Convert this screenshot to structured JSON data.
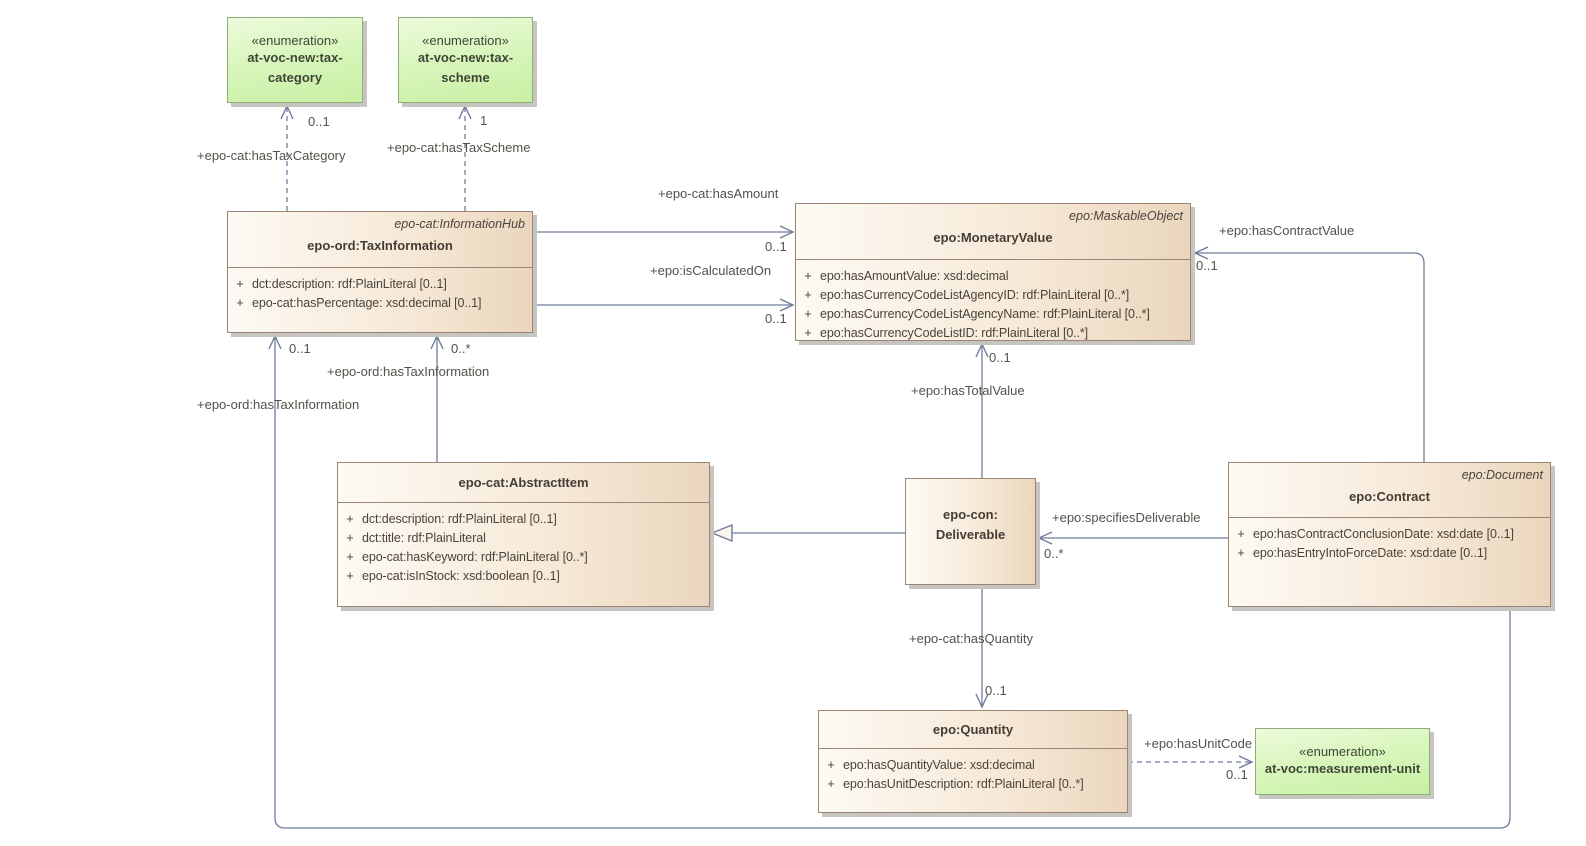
{
  "diagram": {
    "colors": {
      "connector": "#6f7c9b",
      "class_fill_light": "#fdfaf4",
      "class_fill_dark": "#ead6bd",
      "class_border": "#9a8576",
      "enum_fill_light": "#edfbdc",
      "enum_fill_dark": "#c8f0a3",
      "enum_border": "#8fae77"
    },
    "classes": {
      "tax_category": {
        "stereotype": "«enumeration»",
        "name": "at-voc-new:tax-category"
      },
      "tax_scheme": {
        "stereotype": "«enumeration»",
        "name": "at-voc-new:tax-scheme"
      },
      "measurement_unit": {
        "stereotype": "«enumeration»",
        "name": "at-voc:measurement-unit"
      },
      "tax_information": {
        "parent": "epo-cat:InformationHub",
        "name": "epo-ord:TaxInformation",
        "attributes": [
          {
            "vis": "+",
            "sig": "dct:description: rdf:PlainLiteral [0..1]"
          },
          {
            "vis": "+",
            "sig": "epo-cat:hasPercentage: xsd:decimal [0..1]"
          }
        ]
      },
      "monetary_value": {
        "parent": "epo:MaskableObject",
        "name": "epo:MonetaryValue",
        "attributes": [
          {
            "vis": "+",
            "sig": "epo:hasAmountValue: xsd:decimal"
          },
          {
            "vis": "+",
            "sig": "epo:hasCurrencyCodeListAgencyID: rdf:PlainLiteral [0..*]"
          },
          {
            "vis": "+",
            "sig": "epo:hasCurrencyCodeListAgencyName: rdf:PlainLiteral [0..*]"
          },
          {
            "vis": "+",
            "sig": "epo:hasCurrencyCodeListID: rdf:PlainLiteral [0..*]"
          }
        ]
      },
      "abstract_item": {
        "name": "epo-cat:AbstractItem",
        "attributes": [
          {
            "vis": "+",
            "sig": "dct:description: rdf:PlainLiteral [0..1]"
          },
          {
            "vis": "+",
            "sig": "dct:title: rdf:PlainLiteral"
          },
          {
            "vis": "+",
            "sig": "epo-cat:hasKeyword: rdf:PlainLiteral [0..*]"
          },
          {
            "vis": "+",
            "sig": "epo-cat:isInStock: xsd:boolean [0..1]"
          }
        ]
      },
      "deliverable": {
        "name_line1": "epo-con:",
        "name_line2": "Deliverable"
      },
      "contract": {
        "parent": "epo:Document",
        "name": "epo:Contract",
        "attributes": [
          {
            "vis": "+",
            "sig": "epo:hasContractConclusionDate: xsd:date [0..1]"
          },
          {
            "vis": "+",
            "sig": "epo:hasEntryIntoForceDate: xsd:date [0..1]"
          }
        ]
      },
      "quantity": {
        "name": "epo:Quantity",
        "attributes": [
          {
            "vis": "+",
            "sig": "epo:hasQuantityValue: xsd:decimal"
          },
          {
            "vis": "+",
            "sig": "epo:hasUnitDescription: rdf:PlainLiteral [0..*]"
          }
        ]
      }
    },
    "edges": {
      "has_tax_category": {
        "label": "+epo-cat:hasTaxCategory",
        "cardinality": "0..1"
      },
      "has_tax_scheme": {
        "label": "+epo-cat:hasTaxScheme",
        "cardinality": "1"
      },
      "has_amount": {
        "label": "+epo-cat:hasAmount",
        "cardinality": "0..1"
      },
      "is_calculated_on": {
        "label": "+epo:isCalculatedOn",
        "cardinality": "0..1"
      },
      "has_tax_information_from_item": {
        "label": "+epo-ord:hasTaxInformation",
        "cardinality": "0..*"
      },
      "has_tax_information_from_contract": {
        "label": "+epo-ord:hasTaxInformation",
        "cardinality": "0..1"
      },
      "has_total_value": {
        "label": "+epo:hasTotalValue",
        "cardinality": "0..1"
      },
      "has_contract_value": {
        "label": "+epo:hasContractValue",
        "cardinality": "0..1"
      },
      "specifies_deliverable": {
        "label": "+epo:specifiesDeliverable",
        "cardinality": "0..*"
      },
      "has_quantity": {
        "label": "+epo-cat:hasQuantity",
        "cardinality": "0..1"
      },
      "has_unit_code": {
        "label": "+epo:hasUnitCode",
        "cardinality": "0..1"
      }
    }
  }
}
